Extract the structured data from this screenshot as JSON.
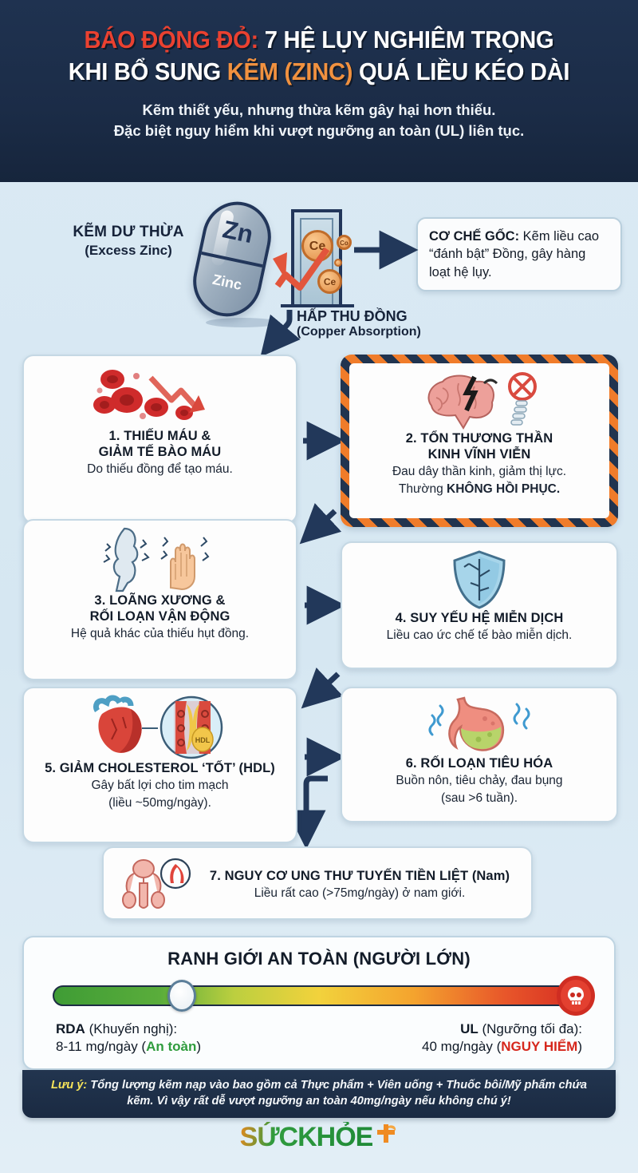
{
  "header": {
    "title_line1_red": "BÁO ĐỘNG ĐỎ:",
    "title_line1_rest": " 7 HỆ LỤY NGHIÊM TRỌNG",
    "title_line2_a": "KHI BỔ SUNG ",
    "title_line2_highlight": "KẼM (ZINC)",
    "title_line2_b": " QUÁ LIỀU KÉO DÀI",
    "subtitle_line1": "Kẽm thiết yếu, nhưng thừa kẽm gây hại hơn thiếu.",
    "subtitle_line2": "Đặc biệt nguy hiểm khi vượt ngưỡng an toàn (UL) liên tục.",
    "colors": {
      "bg": "#1b2c47",
      "red": "#ea4130",
      "orange": "#f1913f",
      "white": "#ffffff"
    }
  },
  "diagram": {
    "excess_zinc_title": "KẼM DƯ THỪA",
    "excess_zinc_sub": "(Excess Zinc)",
    "capsule_top_label": "Zn",
    "capsule_bottom_label": "Zinc",
    "ion_big": "Ce",
    "ion_small": "Co",
    "ion_mid": "Ce",
    "copper_title": "HẤP THU ĐỒNG",
    "copper_sub": "(Copper Absorption)",
    "callout_bold": "CƠ CHẾ GỐC:",
    "callout_text": " Kẽm liều cao “đánh bật” Đồng, gây hàng loạt hệ lụy."
  },
  "cards": [
    {
      "id": "card1",
      "icon": "blood-cells-declining-icon",
      "title_lines": [
        "1. THIẾU MÁU &",
        "GIẢM TẾ BÀO MÁU"
      ],
      "desc": "Do thiếu đồng để tạo máu.",
      "desc_bold": "",
      "hazard": false
    },
    {
      "id": "card2",
      "icon": "brain-nerve-damage-icon",
      "title_lines": [
        "2. TỔN THƯƠNG THẦN",
        "KINH VĨNH VIỄN"
      ],
      "desc": "Đau dây thần kinh, giảm thị lực.",
      "desc2_prefix": "Thường ",
      "desc_bold": "KHÔNG HỒI PHỤC.",
      "hazard": true
    },
    {
      "id": "card3",
      "icon": "bone-joint-hand-icon",
      "title_lines": [
        "3. LOÃNG XƯƠNG &",
        "RỐI LOẠN VẬN ĐỘNG"
      ],
      "desc": "Hệ quả khác của thiếu hụt đồng.",
      "desc_bold": "",
      "hazard": false
    },
    {
      "id": "card4",
      "icon": "cracked-shield-icon",
      "title_lines": [
        "4. SUY YẾU HỆ MIỄN DỊCH"
      ],
      "desc": "Liều cao ức chế tế bào miễn dịch.",
      "desc_bold": "",
      "hazard": false
    },
    {
      "id": "card5",
      "icon": "heart-artery-hdl-icon",
      "title_lines": [
        "5. GIẢM CHOLESTEROL ‘TỐT’ (HDL)"
      ],
      "desc": "Gây bất lợi cho tim mạch",
      "desc2": "(liều ~50mg/ngày).",
      "desc_bold": "",
      "hazard": false
    },
    {
      "id": "card6",
      "icon": "stomach-digestive-icon",
      "title_lines": [
        "6. RỐI LOẠN TIÊU HÓA"
      ],
      "desc": "Buồn nôn, tiêu chảy, đau bụng",
      "desc2": "(sau >6 tuần).",
      "desc_bold": "",
      "hazard": false
    }
  ],
  "card7": {
    "icon": "prostate-ribbon-icon",
    "title": "7. NGUY CƠ UNG THƯ TUYẾN TIỀN LIỆT (Nam)",
    "desc": "Liều rất cao (>75mg/ngày) ở nam giới."
  },
  "scale": {
    "title": "RANH GIỚI AN TOÀN (NGƯỜI LỚN)",
    "left_label_bold": "RDA",
    "left_label_rest": " (Khuyến nghị):",
    "left_value": "8-11 mg/ngày (",
    "left_tag": "An toàn",
    "left_value_end": ")",
    "right_label_bold": "UL",
    "right_label_rest": " (Ngưỡng tối đa):",
    "right_value": "40 mg/ngày (",
    "right_tag": "NGUY HIỂM",
    "right_value_end": ")",
    "marker_position_percent": 22,
    "end_icon": "skull-icon",
    "gradient_stops": [
      "#3f9c35",
      "#bccf3f",
      "#f2d23c",
      "#f4a32e",
      "#d52a22"
    ],
    "safe_color": "#2f9c3d",
    "danger_color": "#d6271c"
  },
  "note": {
    "label": "Lưu ý:",
    "text": " Tổng lượng kẽm nạp vào bao gồm cả Thực phẩm + Viên uống + Thuốc bôi/Mỹ phẩm chứa kẽm. Vì vậy rất dễ vượt ngưỡng an toàn 40mg/ngày nếu không chú ý!"
  },
  "logo": {
    "text": "SỨCKHỎE",
    "symbol": "plus-bird-icon"
  }
}
